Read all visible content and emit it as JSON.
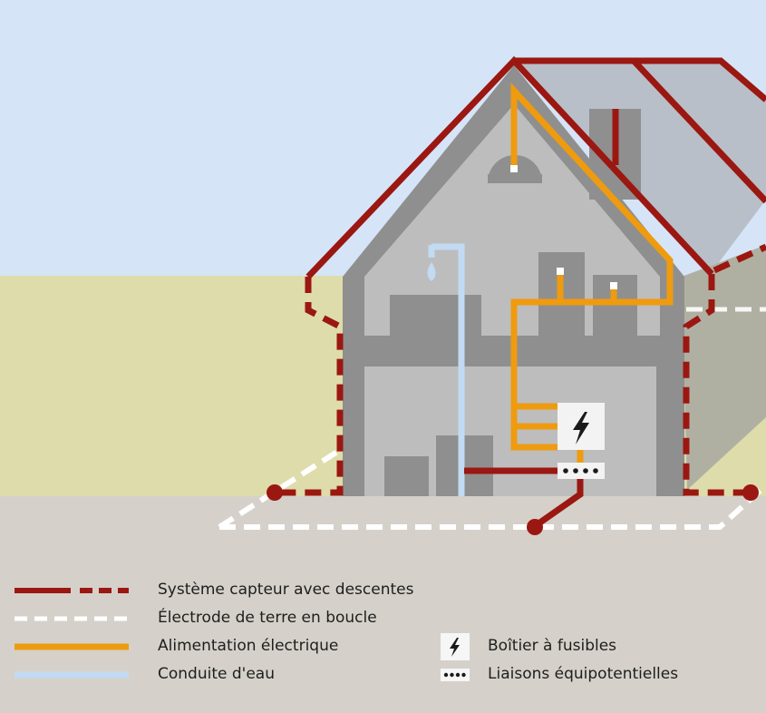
{
  "colors": {
    "sky": "#d6e4f7",
    "field": "#dedcab",
    "ground": "#d5d1ca",
    "lightning_system": "#9b1711",
    "earth_electrode": "#ffffff",
    "power_supply": "#ef9b0f",
    "water_pipe": "#c2daf2",
    "house_outer": "#8f8f8f",
    "house_inner": "#bdbdbd",
    "roof_far": "#b8bfc8"
  },
  "legend": {
    "left": [
      {
        "id": "lightning-system",
        "label": "Système capteur avec descentes",
        "symbol": "solid-dashed-dark-red-line"
      },
      {
        "id": "earth-electrode",
        "label": "Électrode de terre en boucle",
        "symbol": "white-dashed-line"
      },
      {
        "id": "power-supply",
        "label": "Alimentation électrique",
        "symbol": "orange-line"
      },
      {
        "id": "water-pipe",
        "label": "Conduite d'eau",
        "symbol": "light-blue-line"
      }
    ],
    "right": [
      {
        "id": "fuse-box",
        "label": "Boîtier à fusibles",
        "symbol": "lightning-bolt-icon"
      },
      {
        "id": "equipotential",
        "label": "Liaisons équipotentielles",
        "symbol": "dotted-bar-icon"
      }
    ]
  }
}
